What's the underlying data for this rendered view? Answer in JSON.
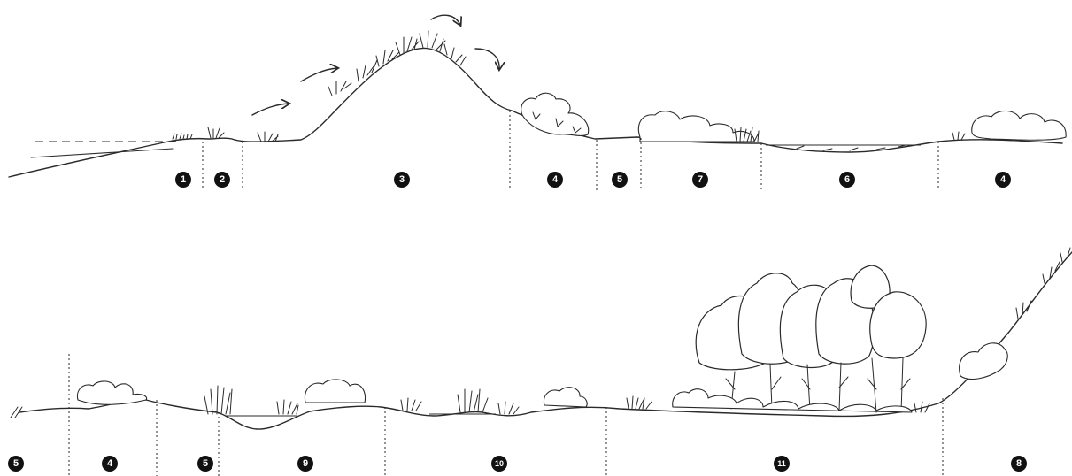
{
  "zones": {
    "top": [
      {
        "label": "1"
      },
      {
        "label": "2"
      },
      {
        "label": "3"
      },
      {
        "label": "4"
      },
      {
        "label": "5"
      },
      {
        "label": "7"
      },
      {
        "label": "6"
      },
      {
        "label": "4"
      }
    ],
    "bottom": [
      {
        "label": "5"
      },
      {
        "label": "4"
      },
      {
        "label": "5"
      },
      {
        "label": "9"
      },
      {
        "label": "10"
      },
      {
        "label": "11"
      },
      {
        "label": "8"
      }
    ]
  },
  "colors": {
    "ink": "#2a2a2a",
    "badge": "#111111",
    "background": "#ffffff"
  }
}
